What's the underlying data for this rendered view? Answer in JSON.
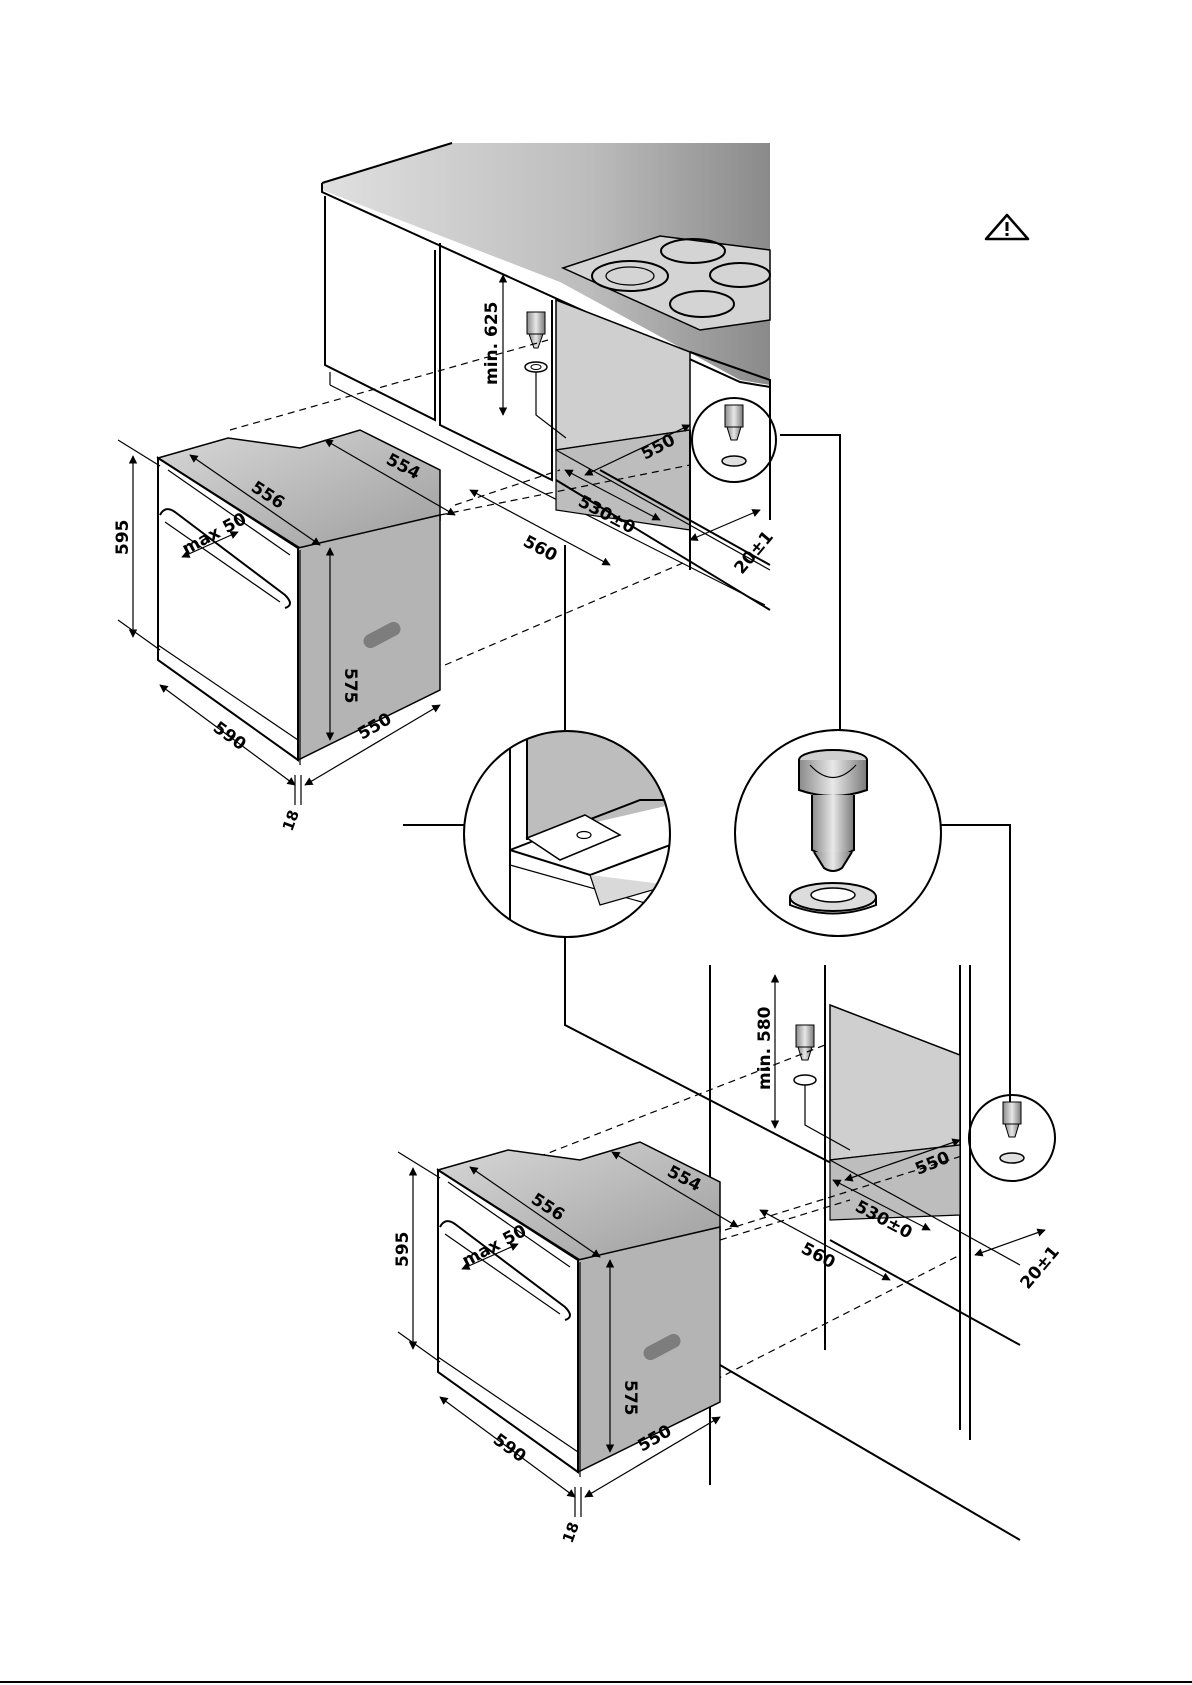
{
  "warning_icon": "warning-triangle-icon",
  "colors": {
    "line": "#000000",
    "shade_light": "#e6e6e6",
    "shade_mid": "#bdbdbd",
    "shade_dark": "#9a9a9a",
    "worktop": "#cfcfcf"
  },
  "top_diagram": {
    "min_height": "min. 625",
    "cavity_depth": "550",
    "cavity_width_front": "530±0",
    "cavity_width": "560",
    "side_offset": "20±1",
    "oven_top_width": "556",
    "oven_depth_top": "554",
    "oven_height": "595",
    "oven_body_height": "575",
    "oven_width": "590",
    "oven_depth": "550",
    "door_thickness": "18",
    "handle_clearance": "max 50"
  },
  "bottom_diagram": {
    "min_height": "min. 580",
    "cavity_depth": "550",
    "cavity_width_front": "530±0",
    "cavity_width": "560",
    "side_offset": "20±1",
    "oven_top_width": "556",
    "oven_depth_top": "554",
    "oven_height": "595",
    "oven_body_height": "575",
    "oven_width": "590",
    "oven_depth": "550",
    "door_thickness": "18",
    "handle_clearance": "max 50"
  }
}
